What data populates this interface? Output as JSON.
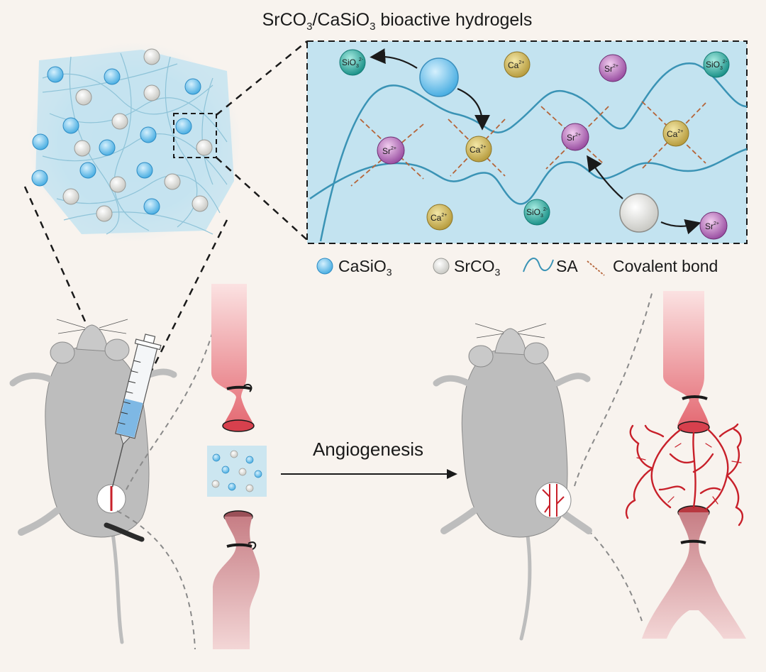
{
  "title": {
    "main": "SrCO",
    "sub1": "3",
    "mid": "/CaSiO",
    "sub2": "3",
    "tail": " bioactive hydrogels"
  },
  "legend": {
    "casio3": {
      "label": "CaSiO",
      "sub": "3"
    },
    "srco3": {
      "label": "SrCO",
      "sub": "3"
    },
    "sa": {
      "label": "SA"
    },
    "covalent": {
      "label": "Covalent bond"
    }
  },
  "process": {
    "label": "Angiogenesis"
  },
  "ions": {
    "sio3": {
      "label": "SiO",
      "sub": "3",
      "sup": "2-"
    },
    "ca": {
      "label": "Ca",
      "sup": "2+"
    },
    "sr": {
      "label": "Sr",
      "sup": "2+"
    }
  },
  "colors": {
    "background": "#f8f3ee",
    "gel": "#bfe0ee",
    "casio3": "#7cc6ee",
    "srco3": "#dcdcd8",
    "sa_chain": "#3a93b5",
    "covalent": "#b5653a",
    "sr_ion": "#a45aa8",
    "ca_ion": "#c2a84c",
    "sio3_ion": "#2aa39a",
    "vessel": "#e9868f",
    "new_vessels": "#c8202a",
    "mouse": "#bdbdbd"
  }
}
